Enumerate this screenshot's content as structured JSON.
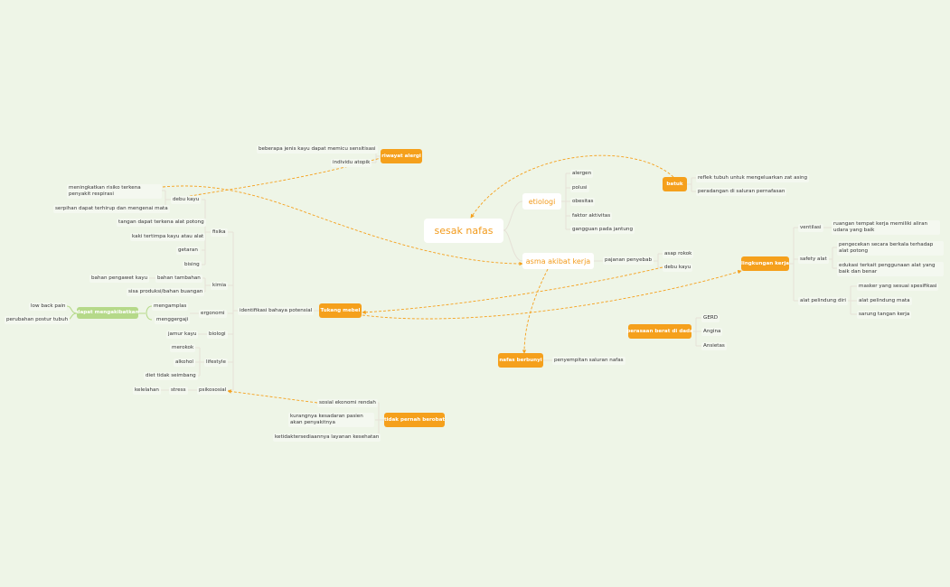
{
  "colors": {
    "background": "#eef5e7",
    "accent": "#f5a01c",
    "branch": "#e6e1d7",
    "secondary": "#b5d989"
  },
  "mindmap": {
    "root": "sesak nafas",
    "etiologi": {
      "label": "etiologi",
      "items": [
        "alergen",
        "polusi",
        "obesitas",
        "faktor aktivitas",
        "gangguan pada jantung"
      ]
    },
    "asma": {
      "label": "asma akibat kerja",
      "pajanan": "pajanan penyebab",
      "causes": [
        "asap rokok",
        "debu kayu"
      ]
    },
    "batuk": {
      "label": "batuk",
      "items": [
        "reflek tubuh untuk mengeluarkan zat asing",
        "peradangan di saluran pernafasan"
      ]
    },
    "riwayat": {
      "label": "riwayat alergi",
      "items": [
        "beberapa jenis kayu dapat memicu sensitisasi",
        "individu atopik"
      ]
    },
    "lingkungan": {
      "label": "lingkungan kerja",
      "ventilasi": "ventilasi",
      "ventilasi_item": "ruangan tempat kerja memiliki aliran udara yang baik",
      "safety": "safety alat",
      "safety_items": [
        "pengecekan secara berkala terhadap alat potong",
        "edukasi terkait penggunaan alat yang baik dan benar"
      ],
      "apd": "alat pelindung diri",
      "apd_items": [
        "masker yang sesuai spesifikasi",
        "alat pelindung mata",
        "sarung tangan kerja"
      ]
    },
    "perasaan": {
      "label": "perasaan berat di dada",
      "items": [
        "GERD",
        "Angina",
        "Ansietas"
      ]
    },
    "nafas": {
      "label": "nafas berbunyi",
      "item": "penyempitan saluran nafas"
    },
    "tukang": {
      "label": "Tukang mebel",
      "identifikasi": "identifikasi bahaya potensial",
      "fisika": "fisika",
      "debu_kayu": "debu kayu",
      "debu_items": [
        "meningkatkan risiko terkena penyakit respirasi",
        "serpihan dapat terhirup dan mengenai mata"
      ],
      "fisika_items": [
        "tangan dapat terkena alat potong",
        "kaki tertimpa kayu atau alat",
        "getaran",
        "bising"
      ],
      "kimia": "kimia",
      "bahan_tambahan": "bahan tambahan",
      "bahan_pengawet": "bahan pengawet kayu",
      "sisa_produksi": "sisa produksi/bahan buangan",
      "ergonomi": "ergonomi",
      "ergonomi_items": [
        "mengamplas",
        "menggergaji"
      ],
      "dapat": "dapat mengakibatkan",
      "dapat_items": [
        "low back pain",
        "perubahan postur tubuh"
      ],
      "biologi": "biologi",
      "jamur": "jamur kayu",
      "lifestyle": "lifestyle",
      "lifestyle_items": [
        "merokok",
        "alkohol",
        "diet tidak seimbang"
      ],
      "psikososial": "psikososial",
      "stress": "stress",
      "kelelahan": "kelelahan"
    },
    "berobat": {
      "label": "tidak pernah berobat",
      "items": [
        "sosial ekonomi rendah",
        "kurangnya kesadaran pasien akan penyakitnya",
        "ketidaktersediaannya layanan kesehatan"
      ]
    }
  }
}
